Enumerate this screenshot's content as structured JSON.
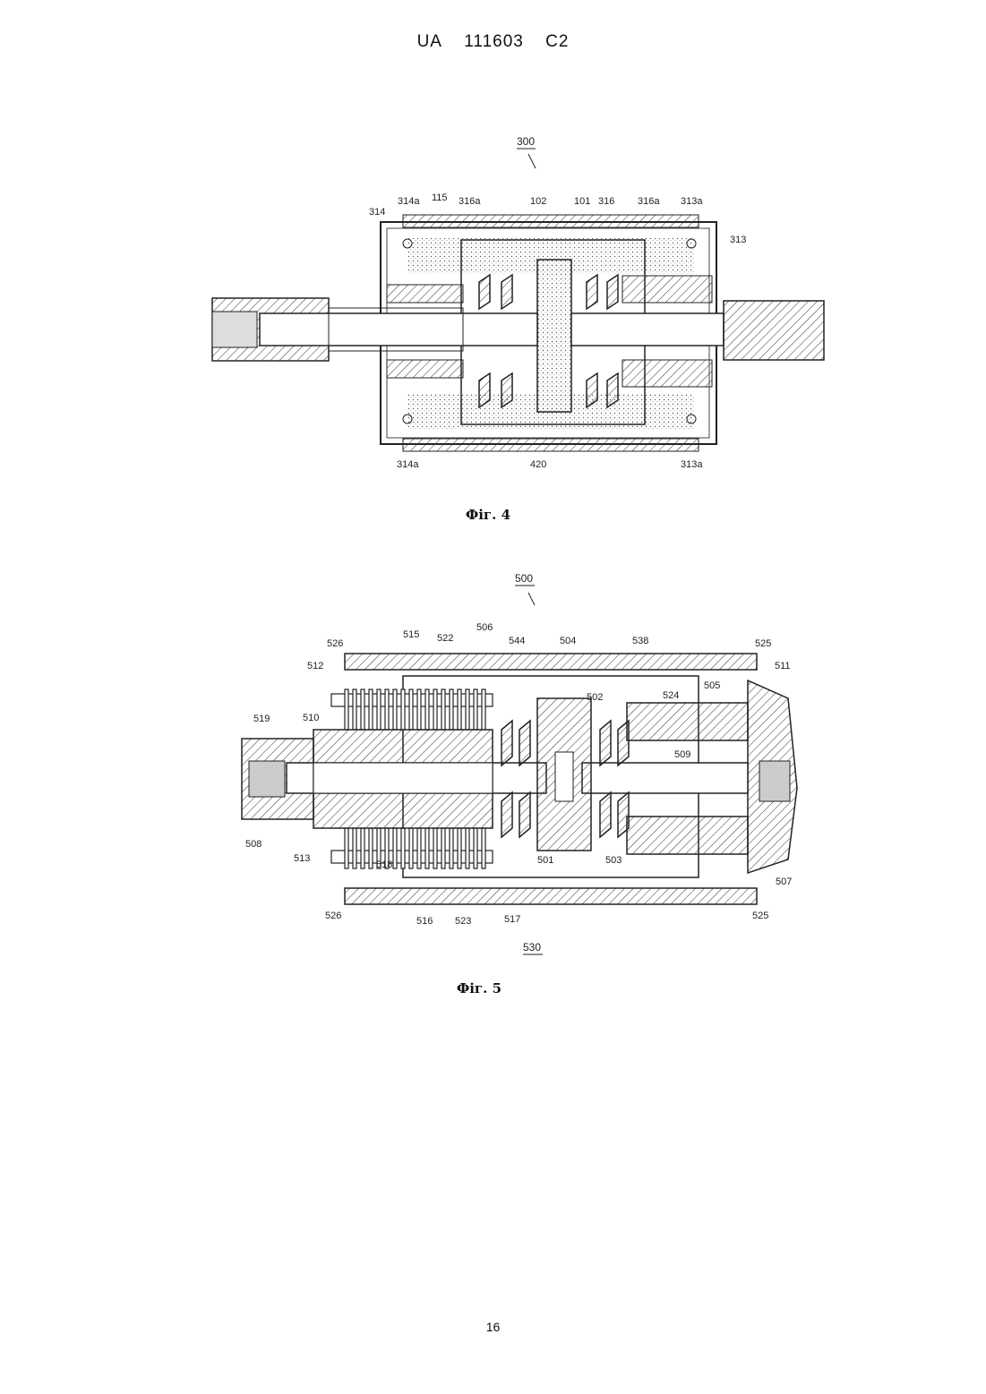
{
  "header": {
    "country": "UA",
    "number": "111603",
    "kind": "C2"
  },
  "page_number": "16",
  "figures": [
    {
      "caption": "Фіг. 4",
      "ref": "300",
      "labels": [
        "314",
        "314a",
        "115",
        "316a",
        "102",
        "101",
        "316",
        "316a",
        "313a",
        "313",
        "314a",
        "420",
        "313a"
      ]
    },
    {
      "caption": "Фіг. 5",
      "ref": "500",
      "ref_bottom": "530",
      "labels": [
        "526",
        "515",
        "522",
        "506",
        "544",
        "504",
        "538",
        "525",
        "512",
        "511",
        "502",
        "524",
        "505",
        "519",
        "510",
        "509",
        "508",
        "513",
        "518",
        "501",
        "503",
        "507",
        "526",
        "516",
        "523",
        "517",
        "525"
      ]
    }
  ]
}
